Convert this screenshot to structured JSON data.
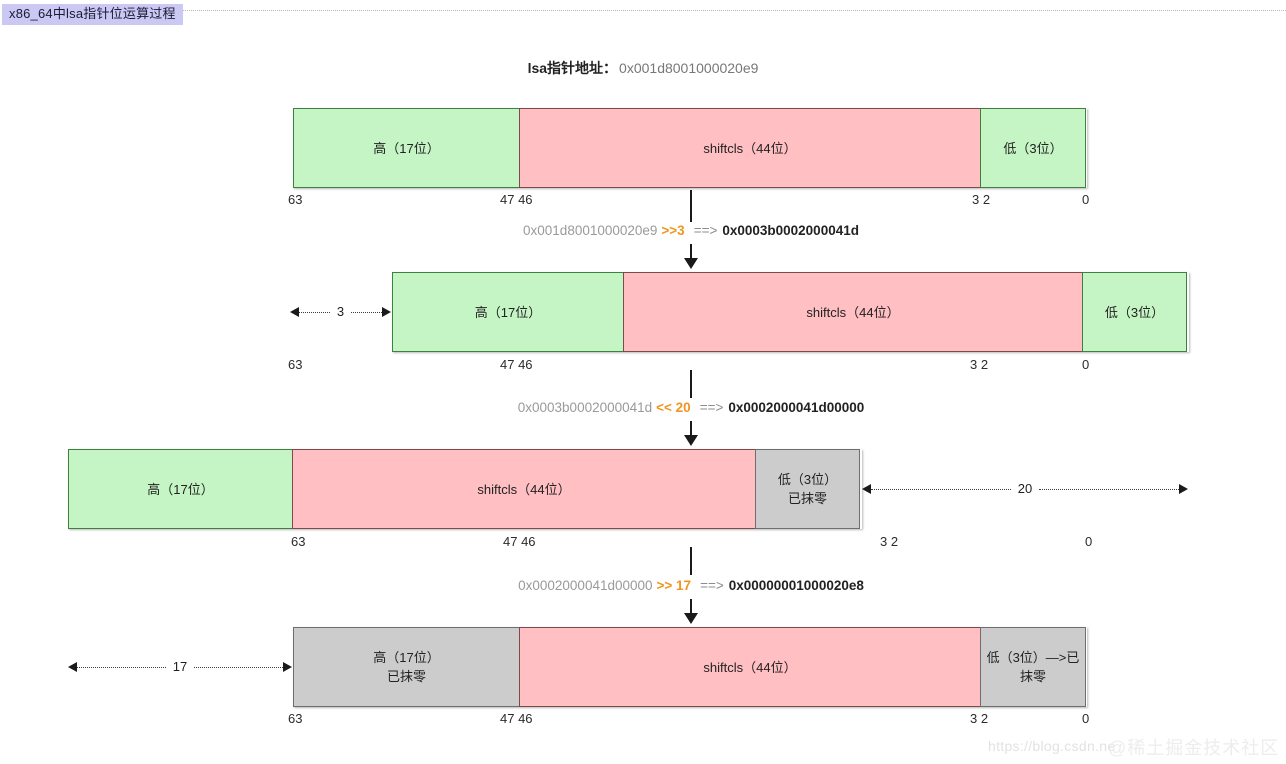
{
  "page": {
    "title_banner": "x86_64中lsa指针位运算过程",
    "address_label": "lsa指针地址：",
    "address_value": "0x001d8001000020e9"
  },
  "colors": {
    "high_block": "#c5f5c5",
    "mid_block": "#ffbfc3",
    "zeroed_block": "#cccccc",
    "shift_accent": "#f0951e",
    "banner_bg": "#cbc8f4"
  },
  "rows": [
    {
      "id": "row-original",
      "segments": [
        {
          "name": "high",
          "line1": "高（17位）",
          "line2": "",
          "style": "green"
        },
        {
          "name": "shiftcls",
          "line1": "shiftcls（44位）",
          "line2": "",
          "style": "pink"
        },
        {
          "name": "low",
          "line1": "低（3位）",
          "line2": "",
          "style": "green"
        }
      ],
      "bit_labels": [
        "63",
        "47 46",
        "3 2",
        "0"
      ],
      "measure": null
    },
    {
      "id": "row-after-shr3",
      "segments": [
        {
          "name": "high",
          "line1": "高（17位）",
          "line2": "",
          "style": "green"
        },
        {
          "name": "shiftcls",
          "line1": "shiftcls（44位）",
          "line2": "",
          "style": "pink"
        },
        {
          "name": "low",
          "line1": "低（3位）",
          "line2": "",
          "style": "green"
        }
      ],
      "bit_labels": [
        "63",
        "47 46",
        "3 2",
        "0"
      ],
      "measure": {
        "label": "3",
        "side": "left"
      }
    },
    {
      "id": "row-after-shl20",
      "segments": [
        {
          "name": "high",
          "line1": "高（17位）",
          "line2": "",
          "style": "green"
        },
        {
          "name": "shiftcls",
          "line1": "shiftcls（44位）",
          "line2": "",
          "style": "pink"
        },
        {
          "name": "low",
          "line1": "低（3位）",
          "line2": "已抹零",
          "style": "gray"
        }
      ],
      "bit_labels": [
        "63",
        "47 46",
        "3 2",
        "0"
      ],
      "measure": {
        "label": "20",
        "side": "right"
      }
    },
    {
      "id": "row-after-shr17",
      "segments": [
        {
          "name": "high",
          "line1": "高（17位）",
          "line2": "已抹零",
          "style": "gray"
        },
        {
          "name": "shiftcls",
          "line1": "shiftcls（44位）",
          "line2": "",
          "style": "pink"
        },
        {
          "name": "low",
          "line1": "低（3位）—>已",
          "line2": "抹零",
          "style": "gray"
        }
      ],
      "bit_labels": [
        "63",
        "47 46",
        "3 2",
        "0"
      ],
      "measure": {
        "label": "17",
        "side": "left"
      }
    }
  ],
  "operations": [
    {
      "id": "op-shr3",
      "source": "0x001d8001000020e9",
      "shift": ">>3",
      "arrow": "==>",
      "result": "0x0003b0002000041d"
    },
    {
      "id": "op-shl20",
      "source": "0x0003b0002000041d",
      "shift": "<< 20",
      "arrow": "==>",
      "result": "0x0002000041d00000"
    },
    {
      "id": "op-shr17",
      "source": "0x0002000041d00000",
      "shift": ">> 17",
      "arrow": "==>",
      "result": "0x00000001000020e8"
    }
  ],
  "watermark": {
    "url": "https://blog.csdn.ne",
    "brand": "@稀土掘金技术社区"
  }
}
